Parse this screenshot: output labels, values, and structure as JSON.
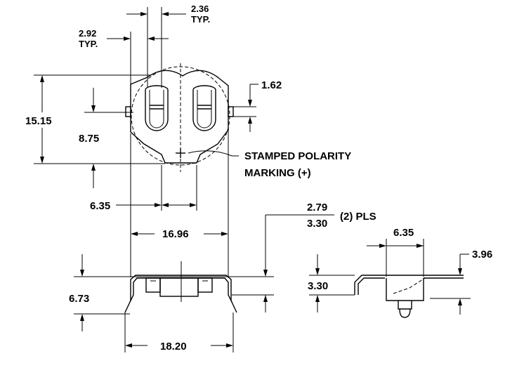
{
  "dimensions": {
    "d_2_36": "2.36",
    "d_2_36_typ": "TYP.",
    "d_2_92": "2.92",
    "d_2_92_typ": "TYP.",
    "d_1_62": "1.62",
    "d_15_15": "15.15",
    "d_8_75": "8.75",
    "d_6_35_top": "6.35",
    "d_16_96": "16.96",
    "d_2_79": "2.79",
    "d_3_30_frac": "3.30",
    "d_2pls": "(2) PLS",
    "d_6_35_side": "6.35",
    "d_3_96": "3.96",
    "d_3_30": "3.30",
    "d_6_73": "6.73",
    "d_18_20": "18.20"
  },
  "notes": {
    "stamped_1": "STAMPED POLARITY",
    "stamped_2": "MARKING (+)"
  }
}
